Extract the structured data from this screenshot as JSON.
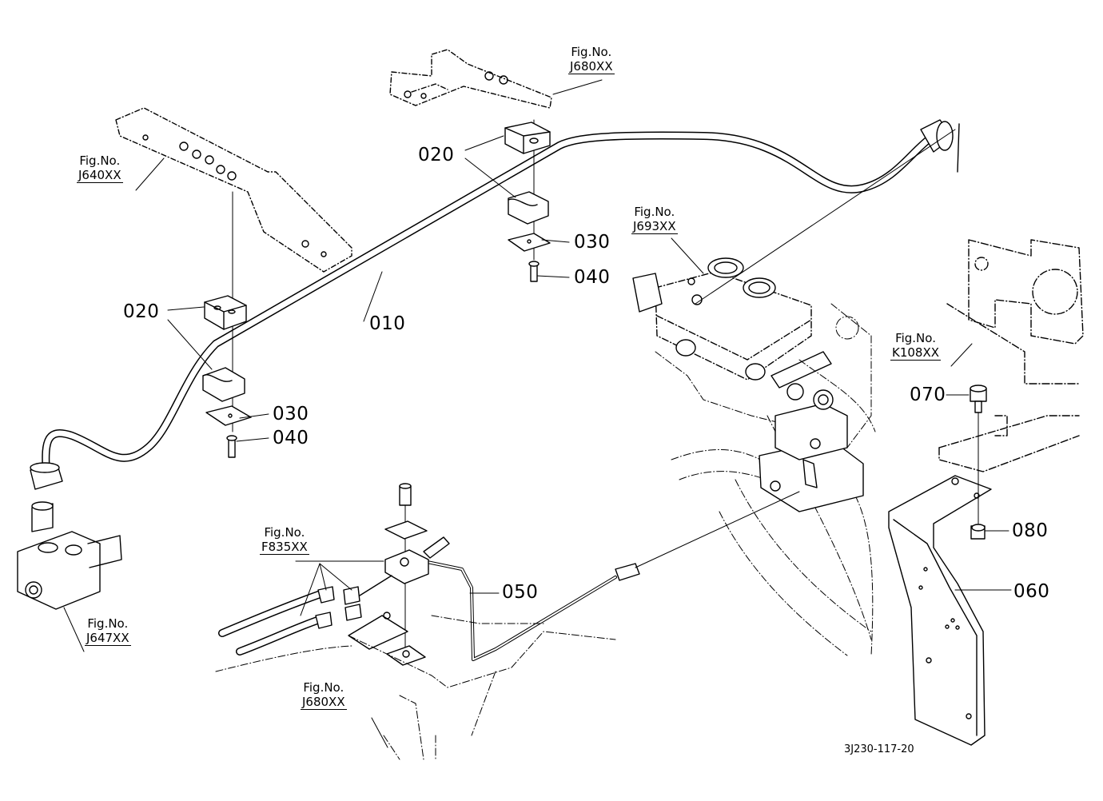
{
  "fig_refs": {
    "j680_top": {
      "prefix": "Fig.No.",
      "number": "J680XX"
    },
    "j640": {
      "prefix": "Fig.No.",
      "number": "J640XX"
    },
    "j693": {
      "prefix": "Fig.No.",
      "number": "J693XX"
    },
    "k108": {
      "prefix": "Fig.No.",
      "number": "K108XX"
    },
    "f835": {
      "prefix": "Fig.No.",
      "number": "F835XX"
    },
    "j647": {
      "prefix": "Fig.No.",
      "number": "J647XX"
    },
    "j680_bottom": {
      "prefix": "Fig.No.",
      "number": "J680XX"
    }
  },
  "parts": {
    "p010": "010",
    "p020_top": "020",
    "p020_left": "020",
    "p030_top": "030",
    "p030_left": "030",
    "p040_top": "040",
    "p040_left": "040",
    "p050": "050",
    "p060": "060",
    "p070": "070",
    "p080": "080"
  },
  "drawing_code": "3J230-117-20"
}
